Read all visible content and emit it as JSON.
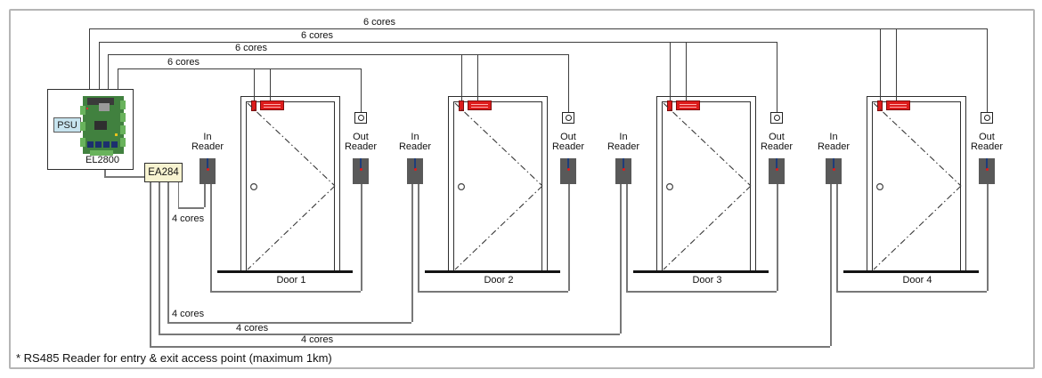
{
  "footnote": "* RS485 Reader for entry & exit access point (maximum 1km)",
  "controller": {
    "model": "EL2800",
    "psu": "PSU"
  },
  "expander": {
    "model": "EA284"
  },
  "top_wires": [
    {
      "label": "6 cores"
    },
    {
      "label": "6 cores"
    },
    {
      "label": "6 cores"
    },
    {
      "label": "6 cores"
    }
  ],
  "bottom_wires": [
    {
      "label": "4 cores"
    },
    {
      "label": "4 cores"
    },
    {
      "label": "4 cores"
    },
    {
      "label": "4 cores"
    }
  ],
  "doors": [
    {
      "name": "Door 1",
      "in_reader": [
        "In",
        "Reader"
      ],
      "out_reader": [
        "Out",
        "Reader"
      ]
    },
    {
      "name": "Door 2",
      "in_reader": [
        "In",
        "Reader"
      ],
      "out_reader": [
        "Out",
        "Reader"
      ]
    },
    {
      "name": "Door 3",
      "in_reader": [
        "In",
        "Reader"
      ],
      "out_reader": [
        "Out",
        "Reader"
      ]
    },
    {
      "name": "Door 4",
      "in_reader": [
        "In",
        "Reader"
      ],
      "out_reader": [
        "Out",
        "Reader"
      ]
    }
  ],
  "colors": {
    "lock_red": "#dd1c1c",
    "reader_gray": "#595959",
    "psu_blue": "#c7e4ef",
    "expander_fill": "#f7f3d0",
    "pcb_green": "#41813f",
    "wire_dark": "#3d3d3d",
    "wire_gray": "#787878"
  }
}
